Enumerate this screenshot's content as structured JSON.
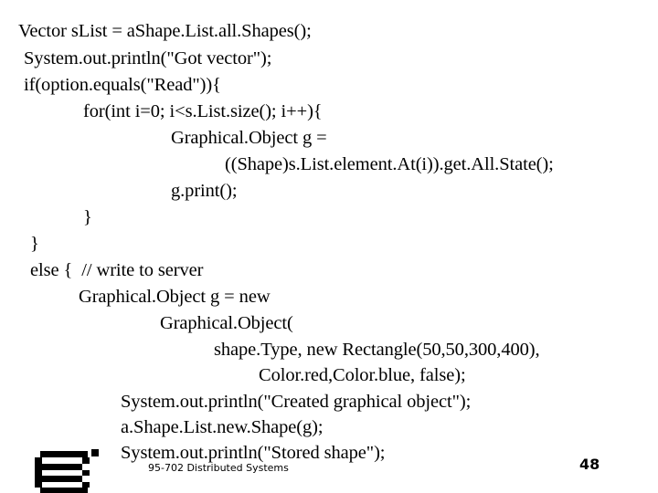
{
  "slide": {
    "code_lines": [
      "Vector sList = aShape.List.all.Shapes();",
      "System.out.println(\"Got vector\");",
      "if(option.equals(\"Read\")){",
      "for(int i=0; i<s.List.size(); i++){",
      "Graphical.Object g =",
      "((Shape)s.List.element.At(i)).get.All.State();",
      "g.print();",
      "}",
      "}",
      "else {  // write to server",
      "Graphical.Object g = new",
      "Graphical.Object(",
      "shape.Type, new Rectangle(50,50,300,400),",
      "Color.red,Color.blue, false);",
      "System.out.println(\"Created graphical object\");",
      "a.Shape.List.new.Shape(g);",
      "System.out.println(\"Stored shape\");"
    ],
    "footer": "95-702 Distributed Systems",
    "page_number": "48",
    "logo": "carnegie-mellon-logo"
  }
}
